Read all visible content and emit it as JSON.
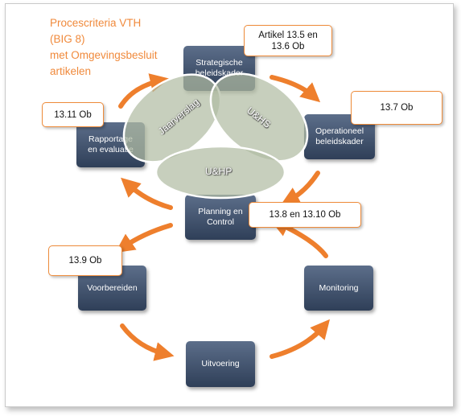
{
  "title_lines": [
    "Procescriteria VTH",
    "(BIG 8)",
    "met Omgevingsbesluit",
    " artikelen"
  ],
  "boxes": {
    "strategische": "Strategische\nbeleidskader",
    "operationeel": "Operationeel\nbeleidskader",
    "planning": "Planning en\nControl",
    "monitoring": "Monitoring",
    "uitvoering": "Uitvoering",
    "voorbereiden": "Voorbereiden",
    "rapportage": "Rapportage\nen evaluatie"
  },
  "callouts": {
    "artikel": "Artikel 13.5 en\n13.6 Ob",
    "c_13_7": "13.7 Ob",
    "c_13_11": "13.11 Ob",
    "c_13_8": "13.8 en 13.10 Ob",
    "c_13_9": "13.9 Ob"
  },
  "overlays": {
    "jaarverslag": "Jaarverslag",
    "uhs": "U&HS",
    "uhp": "U&HP"
  },
  "colors": {
    "accent_orange": "#f08a3c",
    "box_top": "#5c6e8a",
    "box_bottom": "#2f3f58"
  }
}
